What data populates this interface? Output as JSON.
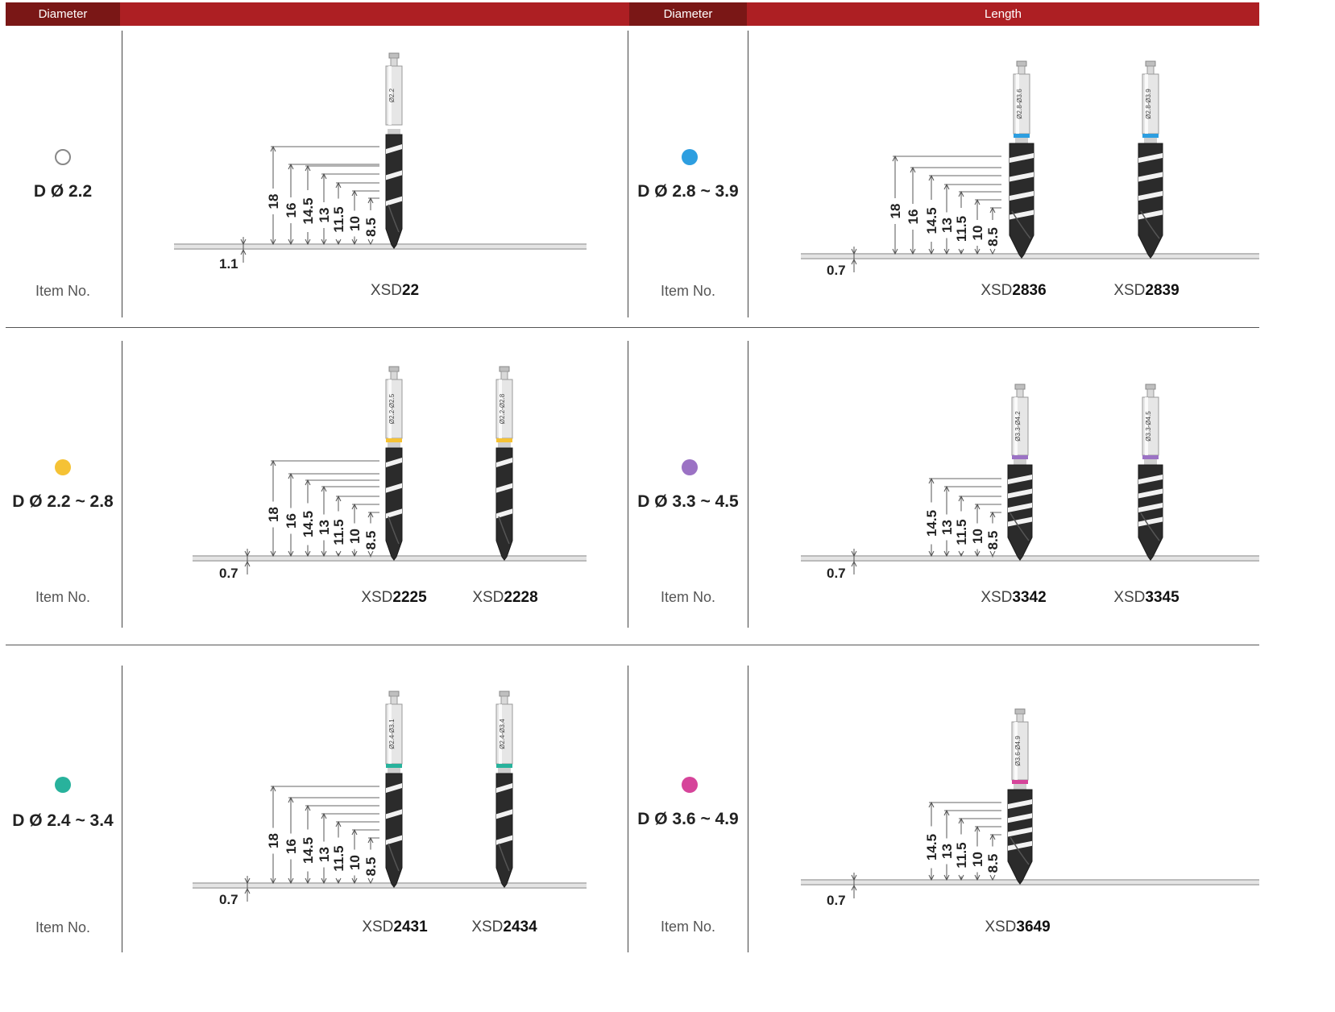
{
  "header": {
    "left_diameter": "Diameter",
    "right_diameter": "Diameter",
    "right_length": "Length"
  },
  "colors": {
    "brand_dark": "#7a1716",
    "brand_red": "#ad1f23"
  },
  "item_label": "Item No.",
  "cells": [
    {
      "id": "c1",
      "dot_color": "none",
      "label": "D Ø 2.2",
      "depths": [
        "18",
        "16",
        "14.5",
        "13",
        "11.5",
        "10",
        "8.5"
      ],
      "offset": "1.1",
      "drills": [
        {
          "prefix": "XSD",
          "num": "22",
          "band": "none",
          "engrave": "Ø2.2"
        }
      ]
    },
    {
      "id": "c2",
      "dot_color": "#2d9ee0",
      "label": "D Ø 2.8 ~ 3.9",
      "depths": [
        "18",
        "16",
        "14.5",
        "13",
        "11.5",
        "10",
        "8.5"
      ],
      "offset": "0.7",
      "drills": [
        {
          "prefix": "XSD",
          "num": "2836",
          "band": "#2d9ee0",
          "engrave": "Ø2.8-Ø3.6"
        },
        {
          "prefix": "XSD",
          "num": "2839",
          "band": "#2d9ee0",
          "engrave": "Ø2.8-Ø3.9"
        }
      ]
    },
    {
      "id": "c3",
      "dot_color": "#f5c235",
      "label": "D Ø 2.2 ~ 2.8",
      "depths": [
        "18",
        "16",
        "14.5",
        "13",
        "11.5",
        "10",
        "8.5"
      ],
      "offset": "0.7",
      "drills": [
        {
          "prefix": "XSD",
          "num": "2225",
          "band": "#f5c235",
          "engrave": "Ø2.2-Ø2.5"
        },
        {
          "prefix": "XSD",
          "num": "2228",
          "band": "#f5c235",
          "engrave": "Ø2.2-Ø2.8"
        }
      ]
    },
    {
      "id": "c4",
      "dot_color": "#9b72c4",
      "label": "D Ø 3.3 ~ 4.5",
      "depths": [
        "14.5",
        "13",
        "11.5",
        "10",
        "8.5"
      ],
      "offset": "0.7",
      "drills": [
        {
          "prefix": "XSD",
          "num": "3342",
          "band": "#9b72c4",
          "engrave": "Ø3.3-Ø4.2"
        },
        {
          "prefix": "XSD",
          "num": "3345",
          "band": "#9b72c4",
          "engrave": "Ø3.3-Ø4.5"
        }
      ]
    },
    {
      "id": "c5",
      "dot_color": "#28b29c",
      "label": "D Ø 2.4 ~ 3.4",
      "depths": [
        "18",
        "16",
        "14.5",
        "13",
        "11.5",
        "10",
        "8.5"
      ],
      "offset": "0.7",
      "drills": [
        {
          "prefix": "XSD",
          "num": "2431",
          "band": "#28b29c",
          "engrave": "Ø2.4-Ø3.1"
        },
        {
          "prefix": "XSD",
          "num": "2434",
          "band": "#28b29c",
          "engrave": "Ø2.4-Ø3.4"
        }
      ]
    },
    {
      "id": "c6",
      "dot_color": "#d6449a",
      "label": "D Ø 3.6 ~ 4.9",
      "depths": [
        "14.5",
        "13",
        "11.5",
        "10",
        "8.5"
      ],
      "offset": "0.7",
      "drills": [
        {
          "prefix": "XSD",
          "num": "3649",
          "band": "#d6449a",
          "engrave": "Ø3.6-Ø4.9"
        }
      ]
    }
  ]
}
